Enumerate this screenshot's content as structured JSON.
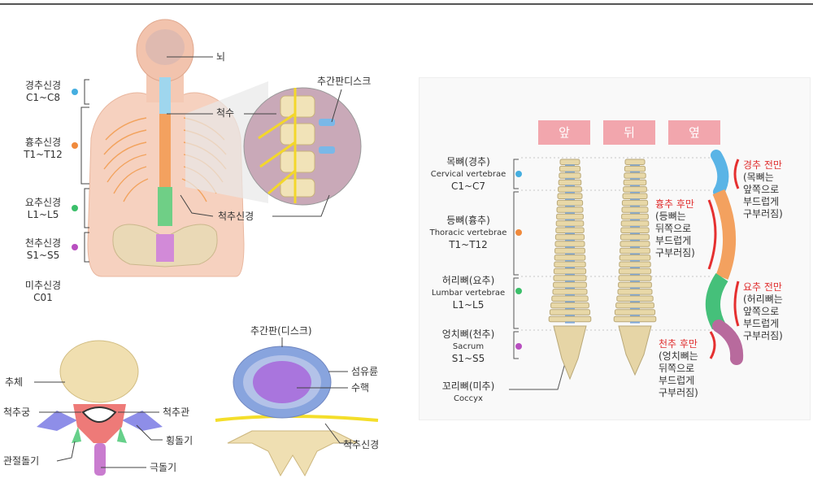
{
  "left_figure": {
    "brain": "뇌",
    "spinal_cord": "척수",
    "disc_zoom": "추간판디스크",
    "spinal_nerve": "척추신경",
    "groups": [
      {
        "name": "경추신경",
        "range": "C1~C8",
        "color": "#45aee0"
      },
      {
        "name": "흉추신경",
        "range": "T1~T12",
        "color": "#f08a3c"
      },
      {
        "name": "요추신경",
        "range": "L1~L5",
        "color": "#3bbf6a"
      },
      {
        "name": "천추신경",
        "range": "S1~S5",
        "color": "#b84fc0"
      },
      {
        "name": "미추신경",
        "range": "C01",
        "color": ""
      }
    ]
  },
  "vertebra_figure": {
    "body": "추체",
    "arch": "척추궁",
    "canal": "척추관",
    "transverse": "횡돌기",
    "facet": "관절돌기",
    "spinous": "극돌기"
  },
  "disc_figure": {
    "title": "추간판(디스크)",
    "annulus": "섬유륜",
    "nucleus": "수핵",
    "nerve": "척추신경"
  },
  "right_figure": {
    "tabs": [
      "앞",
      "뒤",
      "옆"
    ],
    "regions": [
      {
        "kr": "목뼈(경추)",
        "en": "Cervical vertebrae",
        "range": "C1~C7",
        "color": "#45aee0"
      },
      {
        "kr": "등뼈(흉추)",
        "en": "Thoracic vertebrae",
        "range": "T1~T12",
        "color": "#f08a3c"
      },
      {
        "kr": "허리뼈(요추)",
        "en": "Lumbar vertebrae",
        "range": "L1~L5",
        "color": "#3bbf6a"
      },
      {
        "kr": "엉치뼈(천추)",
        "en": "Sacrum",
        "range": "S1~S5",
        "color": "#b84fc0"
      },
      {
        "kr": "꼬리뼈(미추)",
        "en": "Coccyx",
        "range": "",
        "color": ""
      }
    ],
    "curves": [
      {
        "title": "경추 전만",
        "lines": [
          "(목뼈는",
          "앞쪽으로",
          "부드럽게",
          "구부러짐)"
        ]
      },
      {
        "title": "흉추 후만",
        "lines": [
          "(등뼈는",
          "뒤쪽으로",
          "부드럽게",
          "구부러짐)"
        ]
      },
      {
        "title": "요추 전만",
        "lines": [
          "(허리뼈는",
          "앞쪽으로",
          "부드럽게",
          "구부러짐)"
        ]
      },
      {
        "title": "천추 후만",
        "lines": [
          "(엉치뼈는",
          "뒤쪽으로",
          "부드럽게",
          "구부러짐)"
        ]
      }
    ]
  }
}
